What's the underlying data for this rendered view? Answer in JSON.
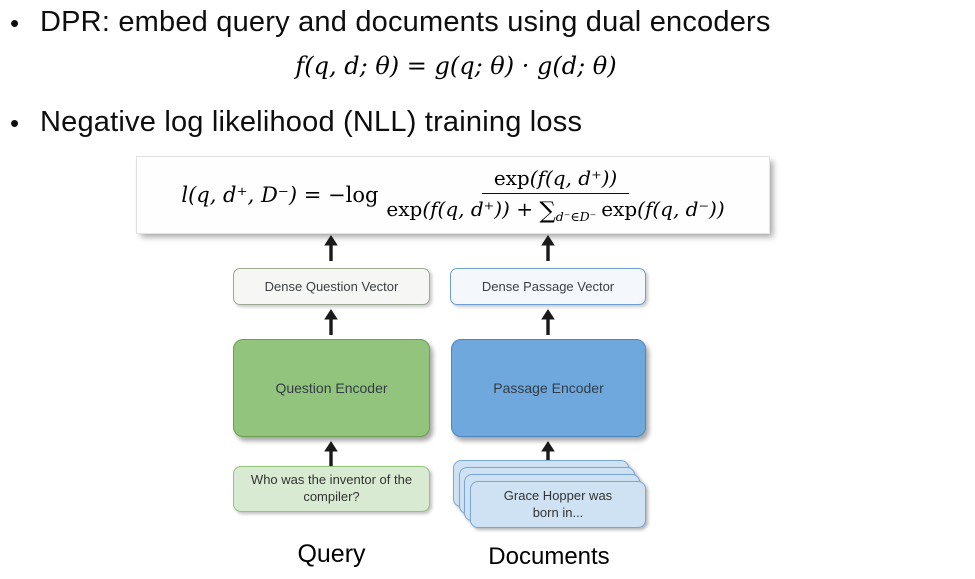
{
  "slide": {
    "bullet_glyph": "•",
    "bullets": [
      {
        "text": "DPR: embed query and documents using dual encoders"
      },
      {
        "text": "Negative log likelihood (NLL) training loss"
      }
    ],
    "formula_dual": "f(q, d; θ) = g(q; θ) · g(d; θ)",
    "formula_nll": {
      "lhs_main": "l(q, d⁺, D⁻) = −",
      "log": "log",
      "num_exp": "exp",
      "num_arg": "(f(q, d⁺))",
      "den_exp1": "exp",
      "den_arg1": "(f(q, d⁺)) + ",
      "sum": "∑",
      "sum_sub": "d⁻∈D⁻",
      "den_exp2": "exp",
      "den_arg2": "(f(q, d⁻))"
    }
  },
  "diagram": {
    "vector_boxes": {
      "question": "Dense Question Vector",
      "passage": "Dense Passage Vector"
    },
    "encoders": {
      "question": "Question Encoder",
      "passage": "Passage Encoder"
    },
    "query_input": "Who was the inventor of the compiler?",
    "document_card": "Grace Hopper was born in...",
    "labels": {
      "query": "Query",
      "documents": "Documents"
    }
  },
  "colors": {
    "encoder_green": "#93c47d",
    "encoder_blue": "#6fa8dc",
    "query_box_green": "#d9ead3",
    "document_box_blue": "#cfe2f3"
  }
}
